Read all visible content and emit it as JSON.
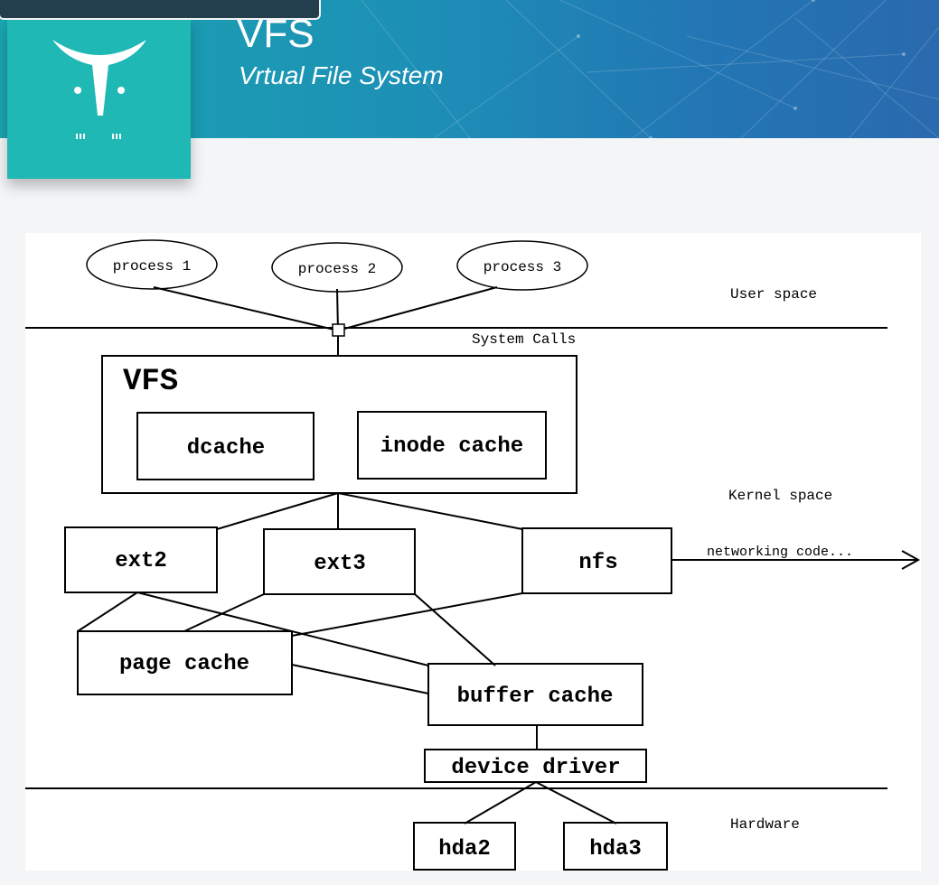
{
  "slide": {
    "title": "VFS",
    "subtitle": "Vrtual File System"
  },
  "layers": {
    "user": "User space",
    "syscalls": "System Calls",
    "kernel": "Kernel space",
    "hardware": "Hardware"
  },
  "processes": [
    "process 1",
    "process 2",
    "process 3"
  ],
  "vfs": {
    "label": "VFS",
    "dcache": "dcache",
    "inode_cache": "inode cache"
  },
  "filesystems": {
    "ext2": "ext2",
    "ext3": "ext3",
    "nfs": "nfs",
    "networking": "networking code..."
  },
  "caches": {
    "page": "page cache",
    "buffer": "buffer cache"
  },
  "driver": "device driver",
  "disks": [
    "hda2",
    "hda3"
  ],
  "colors": {
    "banner_start": "#1aa6b0",
    "banner_end": "#2a6aae",
    "logo_tile": "#1fb8b4",
    "top_tab": "#233f4e"
  }
}
